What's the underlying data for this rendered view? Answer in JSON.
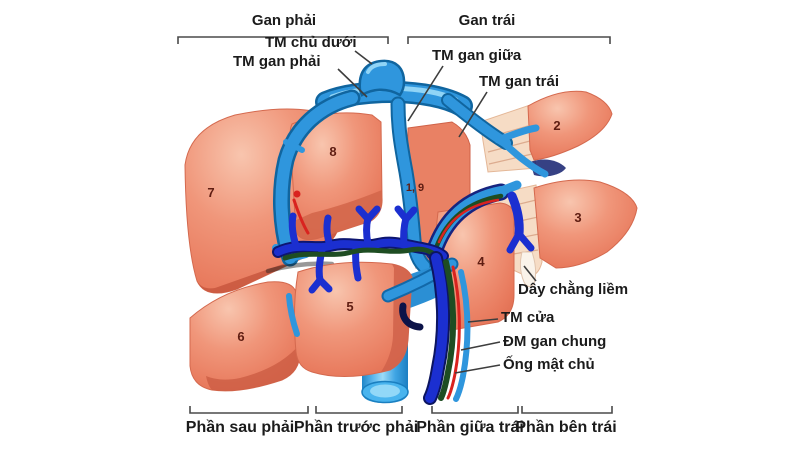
{
  "figure": {
    "region_labels": {
      "left_group": "Gan phải",
      "right_group": "Gan trái"
    },
    "vessel_labels": {
      "inferior_vena_cava": "TM chủ dưới",
      "right_hepatic_vein": "TM gan phải",
      "middle_hepatic_vein": "TM gan giữa",
      "left_hepatic_vein": "TM gan trái",
      "falciform_ligament": "Dây chằng liềm",
      "portal_vein": "TM cửa",
      "common_hepatic_artery": "ĐM gan chung",
      "common_bile_duct": "Ống mật chủ"
    },
    "segment_numbers": {
      "s7": "7",
      "s8": "8",
      "s2": "2",
      "s3": "3",
      "s4": "4",
      "s5": "5",
      "s6": "6",
      "s1_9": "1, 9"
    },
    "section_labels": [
      "Phần sau phải",
      "Phần trước phải",
      "Phần giữa trái",
      "Phần bên trái"
    ],
    "colors": {
      "liver_main": "#ee8a6c",
      "liver_highlight": "#f8c5ae",
      "liver_shadow": "#d0624a",
      "cut_face": "#f6dcc5",
      "hepatic_vein_blue": "#2f96dd",
      "portal_vein_navy": "#1b2fd0",
      "bile_duct_green": "#1e4d22",
      "artery_red": "#d9231f",
      "label_text": "#1b1b1b"
    }
  }
}
